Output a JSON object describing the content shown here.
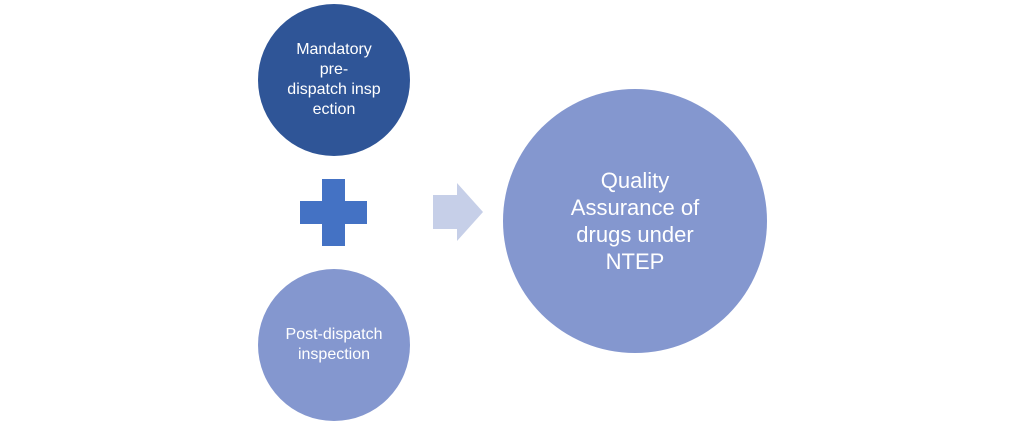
{
  "diagram": {
    "nodes": [
      {
        "id": "mandatory",
        "label": "Mandatory\npre-\ndispatch insp\nection",
        "color": "#2f5597"
      },
      {
        "id": "post",
        "label": "Post-dispatch\ninspection",
        "color": "#8497cf"
      },
      {
        "id": "result",
        "label": "Quality\nAssurance of\ndrugs under\nNTEP",
        "color": "#8497cf"
      }
    ],
    "operator": {
      "icon": "plus-icon",
      "color": "#4472c4"
    },
    "connector": {
      "icon": "arrow-right-icon",
      "color": "#c6cfe8"
    }
  }
}
